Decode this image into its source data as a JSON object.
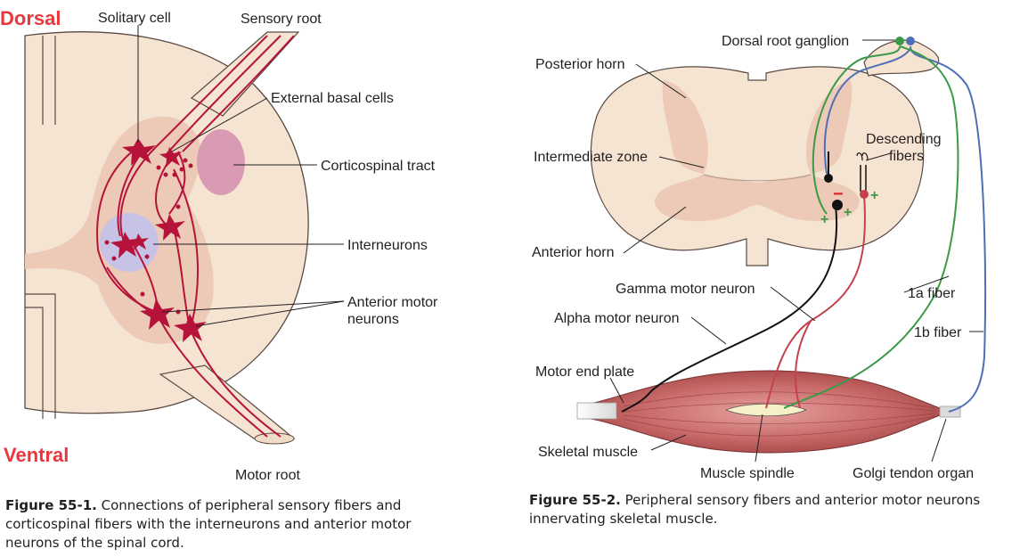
{
  "figure1": {
    "dorsal": "Dorsal",
    "ventral": "Ventral",
    "labels": {
      "solitary_cell": "Solitary cell",
      "sensory_root": "Sensory root",
      "external_basal_cells": "External basal cells",
      "corticospinal_tract": "Corticospinal tract",
      "interneurons": "Interneurons",
      "anterior_motor_line1": "Anterior motor",
      "anterior_motor_line2": "neurons",
      "motor_root": "Motor root"
    },
    "caption": {
      "number": "Figure 55-1.",
      "text": " Connections of peripheral sensory fibers and corticospinal fibers with the interneurons and anterior motor neurons of the spinal cord."
    }
  },
  "figure2": {
    "labels": {
      "dorsal_root_ganglion": "Dorsal root ganglion",
      "posterior_horn": "Posterior horn",
      "descending_line1": "Descending",
      "descending_line2": "fibers",
      "intermediate_zone": "Intermediate zone",
      "anterior_horn": "Anterior horn",
      "gamma_motor_neuron": "Gamma motor neuron",
      "fiber_1a": "1a fiber",
      "alpha_motor_neuron": "Alpha motor neuron",
      "fiber_1b": "1b fiber",
      "motor_end_plate": "Motor end plate",
      "skeletal_muscle": "Skeletal muscle",
      "muscle_spindle": "Muscle spindle",
      "golgi_tendon_organ": "Golgi tendon organ"
    },
    "signs": {
      "minus": "−",
      "plus": "+"
    },
    "caption": {
      "number": "Figure 55-2.",
      "text": " Peripheral sensory fibers and anterior motor neurons innervating skeletal muscle."
    }
  },
  "colors": {
    "cord": "#f6e4d2",
    "grey_matter": "#eccab7",
    "neuron": "#b5133a",
    "tract": "#d99bb3",
    "interneuron_glow": "#c6c3e6",
    "fiber_1a": "#3a9a46",
    "fiber_1b": "#4e6fb7",
    "gamma": "#c4414c",
    "alpha": "#111111",
    "dorsal_label": "#e8383d",
    "muscle": "#c86a6a"
  }
}
